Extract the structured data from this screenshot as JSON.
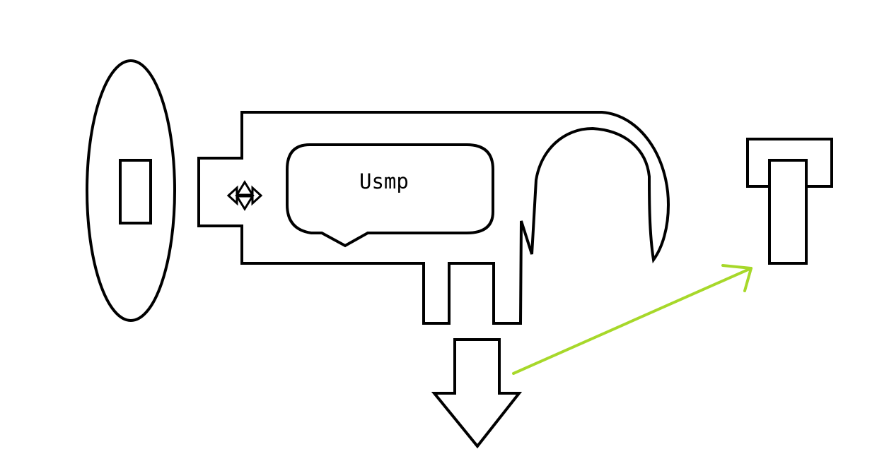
{
  "diagram": {
    "label_text": "Usmp",
    "colors": {
      "background": "#ffffff",
      "stroke": "#000000",
      "arrow_accent": "#a7d82a"
    },
    "shapes": [
      "ellipse-with-rectangle",
      "key-shaped-outline",
      "star-of-david-icon",
      "rounded-speech-bubble",
      "hook-curve",
      "down-arrow",
      "diagonal-arrow",
      "t-shaped-block"
    ]
  }
}
